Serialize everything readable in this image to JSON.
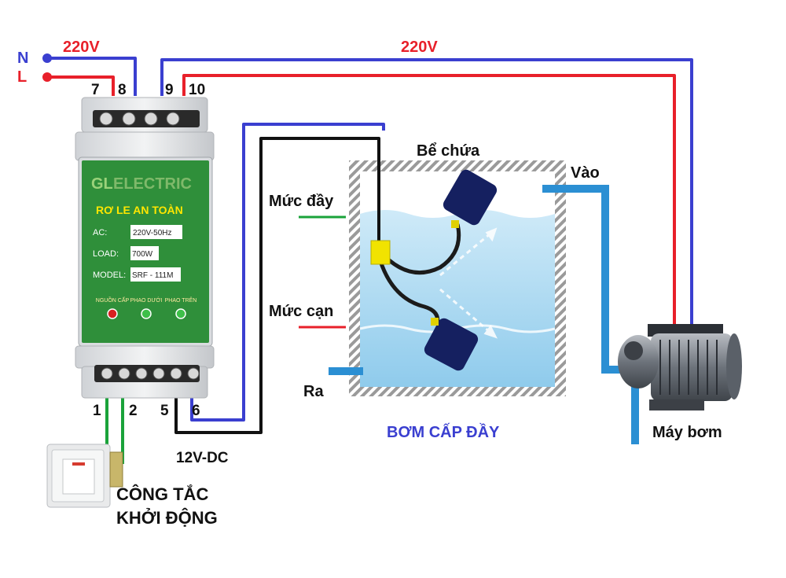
{
  "labels": {
    "n": "N",
    "l": "L",
    "v_left": "220V",
    "v_right": "220V",
    "term_7": "7",
    "term_8": "8",
    "term_9": "9",
    "term_10": "10",
    "term_1": "1",
    "term_2": "2",
    "term_5": "5",
    "term_6": "6",
    "dc": "12V-DC",
    "full_level": "Mức đầy",
    "low_level": "Mức cạn",
    "tank": "Bể chứa",
    "inlet": "Vào",
    "outlet": "Ra",
    "pump": "Máy bơm",
    "mode": "BƠM CẤP ĐẦY",
    "switch_line1": "CÔNG TẮC",
    "switch_line2": "KHỞI ĐỘNG"
  },
  "device": {
    "brand_prefix": "GL",
    "brand": "ELECTRIC",
    "title": "RƠ LE AN TOÀN",
    "ac_label": "AC:",
    "ac_value": "220V-50Hz",
    "load_label": "LOAD:",
    "load_value": "700W",
    "model_label": "MODEL:",
    "model_value": "SRF - 111M",
    "led_power": "NGUỒN CẤP",
    "led_low": "PHAO DƯỚI",
    "led_high": "PHAO TRÊN"
  },
  "colors": {
    "neutral_wire": "#3a3fd0",
    "live_wire": "#e8202a",
    "signal_wire": "#111111",
    "switch_wire": "#1aa33a",
    "pipe": "#2b8fd3",
    "device_green": "#2f8f3a",
    "water": "#a9d8f1"
  },
  "icons": {
    "float_upper": "float-switch-icon",
    "float_lower": "float-switch-icon",
    "pump": "water-pump-icon",
    "switch": "wall-switch-icon",
    "relay": "relay-module-icon"
  }
}
